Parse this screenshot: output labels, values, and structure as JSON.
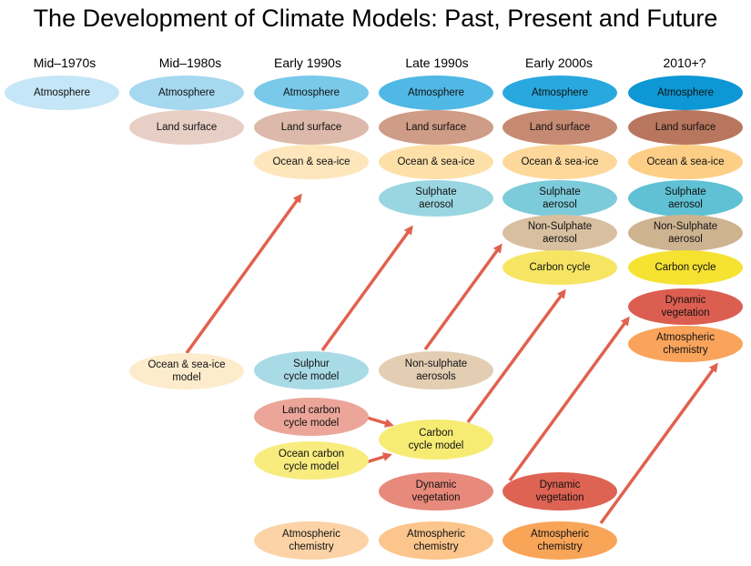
{
  "title": "The Development of Climate Models: Past, Present and Future",
  "columns": [
    "Mid–1970s",
    "Mid–1980s",
    "Early 1990s",
    "Late 1990s",
    "Early 2000s",
    "2010+?"
  ],
  "nodes": {
    "atm_1970": "Atmosphere",
    "atm_1980": "Atmosphere",
    "land_1980": "Land surface",
    "atm_1990": "Atmosphere",
    "land_1990": "Land surface",
    "ocean_1990": "Ocean & sea-ice",
    "atm_late90": "Atmosphere",
    "land_late90": "Land surface",
    "ocean_late90": "Ocean & sea-ice",
    "sulph_late90": "Sulphate\naerosol",
    "atm_2000": "Atmosphere",
    "land_2000": "Land surface",
    "ocean_2000": "Ocean & sea-ice",
    "sulph_2000": "Sulphate\naerosol",
    "nonsulph_2000": "Non-Sulphate\naerosol",
    "carbon_2000": "Carbon cycle",
    "atm_2010": "Atmosphere",
    "land_2010": "Land surface",
    "ocean_2010": "Ocean & sea-ice",
    "sulph_2010": "Sulphate\naerosol",
    "nonsulph_2010": "Non-Sulphate\naerosol",
    "carbon_2010": "Carbon cycle",
    "dynveg_2010": "Dynamic\nvegetation",
    "atmchem_2010": "Atmospheric\nchemistry",
    "ocean_model": "Ocean & sea-ice\nmodel",
    "sulphur_model": "Sulphur\ncycle model",
    "land_carbon_model": "Land carbon\ncycle model",
    "ocean_carbon_model": "Ocean carbon\ncycle model",
    "atmchem_1990": "Atmospheric\nchemistry",
    "nonsulph_late90": "Non-sulphate\naerosols",
    "carbon_late90": "Carbon\ncycle model",
    "dynveg_late90": "Dynamic\nvegetation",
    "atmchem_late90": "Atmospheric\nchemistry",
    "dynveg_2000": "Dynamic\nvegetation",
    "atmchem_2000": "Atmospheric\nchemistry"
  },
  "colors": {
    "arrow": "#e0614f"
  }
}
